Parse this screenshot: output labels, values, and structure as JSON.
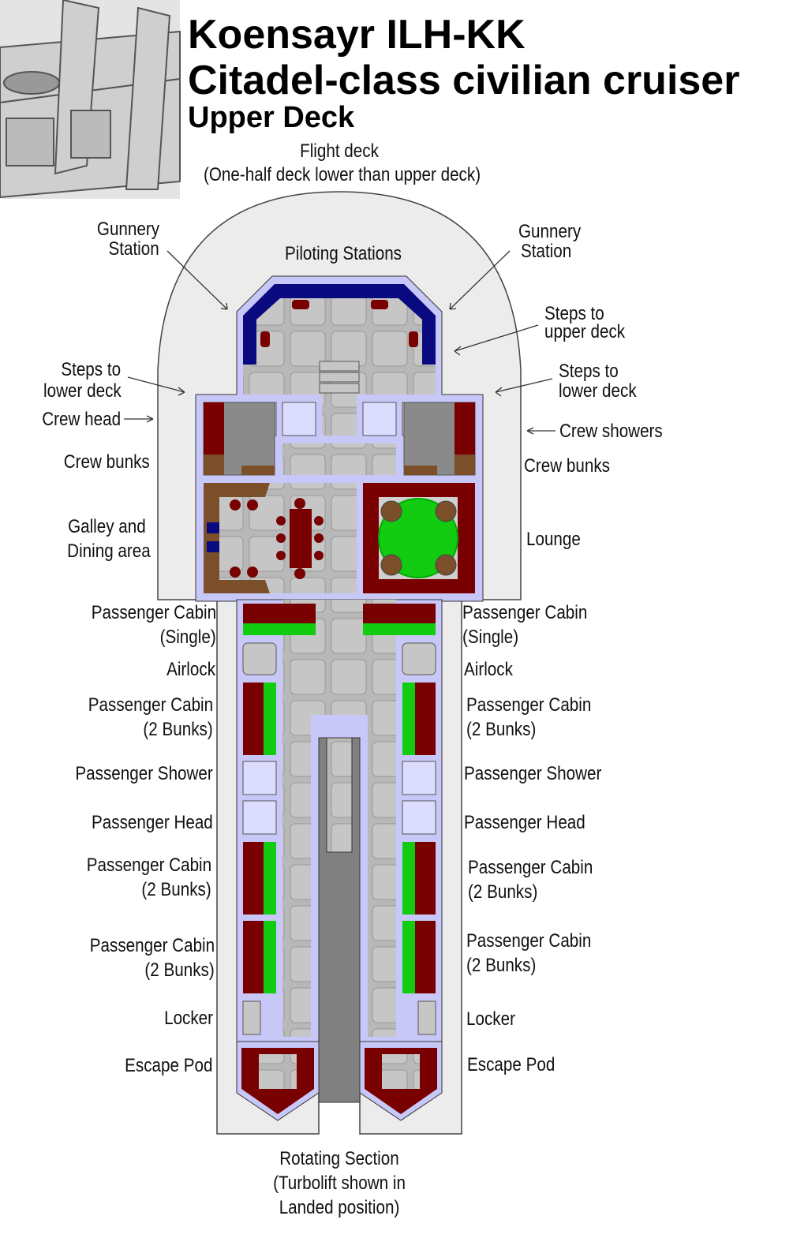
{
  "title": {
    "line1": "Koensayr ILH-KK",
    "line2": "Citadel-class civilian cruiser",
    "line3": "Upper Deck"
  },
  "labels": {
    "flight_deck": "Flight deck",
    "flight_deck_note": "(One-half deck lower than upper deck)",
    "gunnery_left_1": "Gunnery",
    "gunnery_left_2": "Station",
    "gunnery_right_1": "Gunnery",
    "gunnery_right_2": "Station",
    "piloting": "Piloting Stations",
    "steps_upper_1": "Steps to",
    "steps_upper_2": "upper deck",
    "steps_lower_left_1": "Steps to",
    "steps_lower_left_2": "lower deck",
    "steps_lower_right_1": "Steps to",
    "steps_lower_right_2": "lower deck",
    "crew_head": "Crew head",
    "crew_showers": "Crew showers",
    "crew_bunks_left": "Crew bunks",
    "crew_bunks_right": "Crew bunks",
    "galley_1": "Galley and",
    "galley_2": "Dining area",
    "lounge": "Lounge",
    "left_side": [
      [
        "Passenger Cabin",
        "(Single)"
      ],
      [
        "Airlock"
      ],
      [
        "Passenger Cabin",
        "(2 Bunks)"
      ],
      [
        "Passenger Shower"
      ],
      [
        "Passenger Head"
      ],
      [
        "Passenger Cabin",
        "(2 Bunks)"
      ],
      [
        "Passenger Cabin",
        "(2 Bunks)"
      ],
      [
        "Locker"
      ],
      [
        "Escape Pod"
      ]
    ],
    "right_side": [
      [
        "Passenger Cabin",
        "(Single)"
      ],
      [
        "Airlock"
      ],
      [
        "Passenger Cabin",
        "(2 Bunks)"
      ],
      [
        "Passenger Shower"
      ],
      [
        "Passenger Head"
      ],
      [
        "Passenger Cabin",
        "(2 Bunks)"
      ],
      [
        "Passenger Cabin",
        "(2 Bunks)"
      ],
      [
        "Locker"
      ],
      [
        "Escape Pod"
      ]
    ],
    "rotating_1": "Rotating Section",
    "rotating_2": "(Turbolift shown in",
    "rotating_3": "Landed position)"
  },
  "colors": {
    "hull": "#ececec",
    "wall": "#c8c8f8",
    "floor": "#bdbdbd",
    "bunk": "#780000",
    "wood": "#7a4f2a",
    "green": "#11cc11",
    "console": "#0a0a80",
    "lift": "#808080"
  }
}
